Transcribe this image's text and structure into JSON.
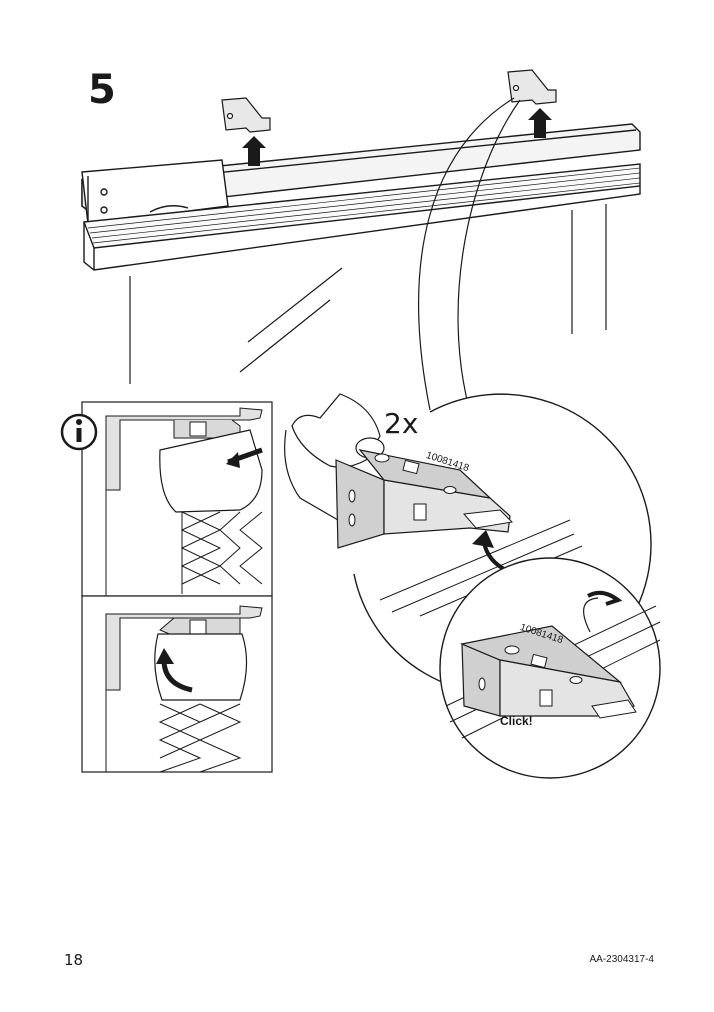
{
  "step": {
    "number": "5"
  },
  "detail": {
    "quantity": "2x",
    "part_number_top": "10081418",
    "part_number_bottom": "10081418",
    "click_text": "Click!"
  },
  "footer": {
    "page_number": "18",
    "document_code": "AA-2304317-4"
  },
  "icons": {
    "info": "info-icon"
  },
  "colors": {
    "line": "#1a1a1a",
    "shade": "#d9d9d9",
    "light_shade": "#ececec"
  }
}
